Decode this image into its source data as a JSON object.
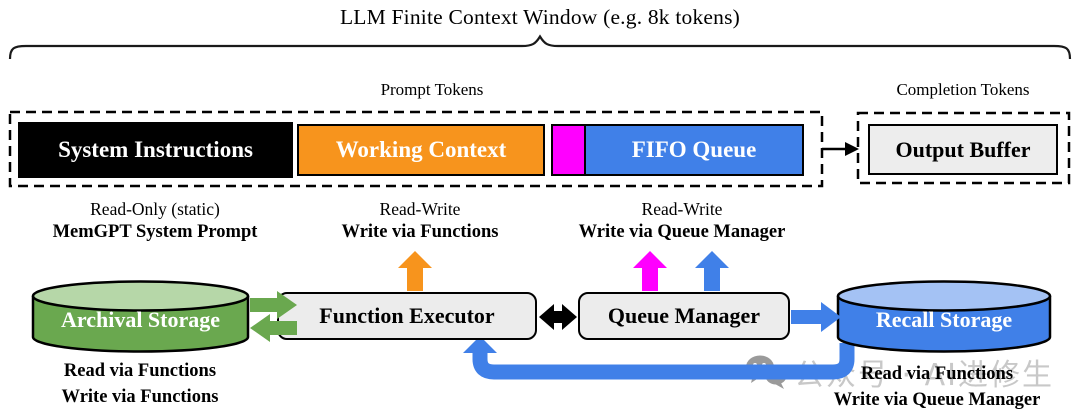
{
  "title": "LLM Finite Context Window (e.g. 8k tokens)",
  "token_sections": {
    "prompt": "Prompt Tokens",
    "completion": "Completion Tokens"
  },
  "context_window": {
    "system_instructions": "System Instructions",
    "working_context": "Working Context",
    "fifo_queue": "FIFO Queue",
    "output_buffer": "Output Buffer"
  },
  "annotations": {
    "system": {
      "line1": "Read-Only (static)",
      "line2": "MemGPT System Prompt"
    },
    "working": {
      "line1": "Read-Write",
      "line2": "Write via Functions"
    },
    "fifo": {
      "line1": "Read-Write",
      "line2": "Write via Queue Manager"
    }
  },
  "components": {
    "archival_storage": {
      "label": "Archival Storage",
      "note1": "Read via Functions",
      "note2": "Write via Functions"
    },
    "function_executor": {
      "label": "Function Executor"
    },
    "queue_manager": {
      "label": "Queue Manager"
    },
    "recall_storage": {
      "label": "Recall Storage",
      "note1": "Read via Functions",
      "note2": "Write via Queue Manager"
    }
  },
  "watermark": {
    "text": "公众号 · AI进修生"
  },
  "colors": {
    "orange": "#F7941D",
    "magenta": "#FF00FF",
    "blue": "#4080E8",
    "blue_light": "#A4C2F4",
    "green": "#6AA84F",
    "green_light": "#B6D7A8",
    "box_gray": "#EDEDED",
    "black": "#000000",
    "watermark_gray": "#C8C8C8"
  }
}
